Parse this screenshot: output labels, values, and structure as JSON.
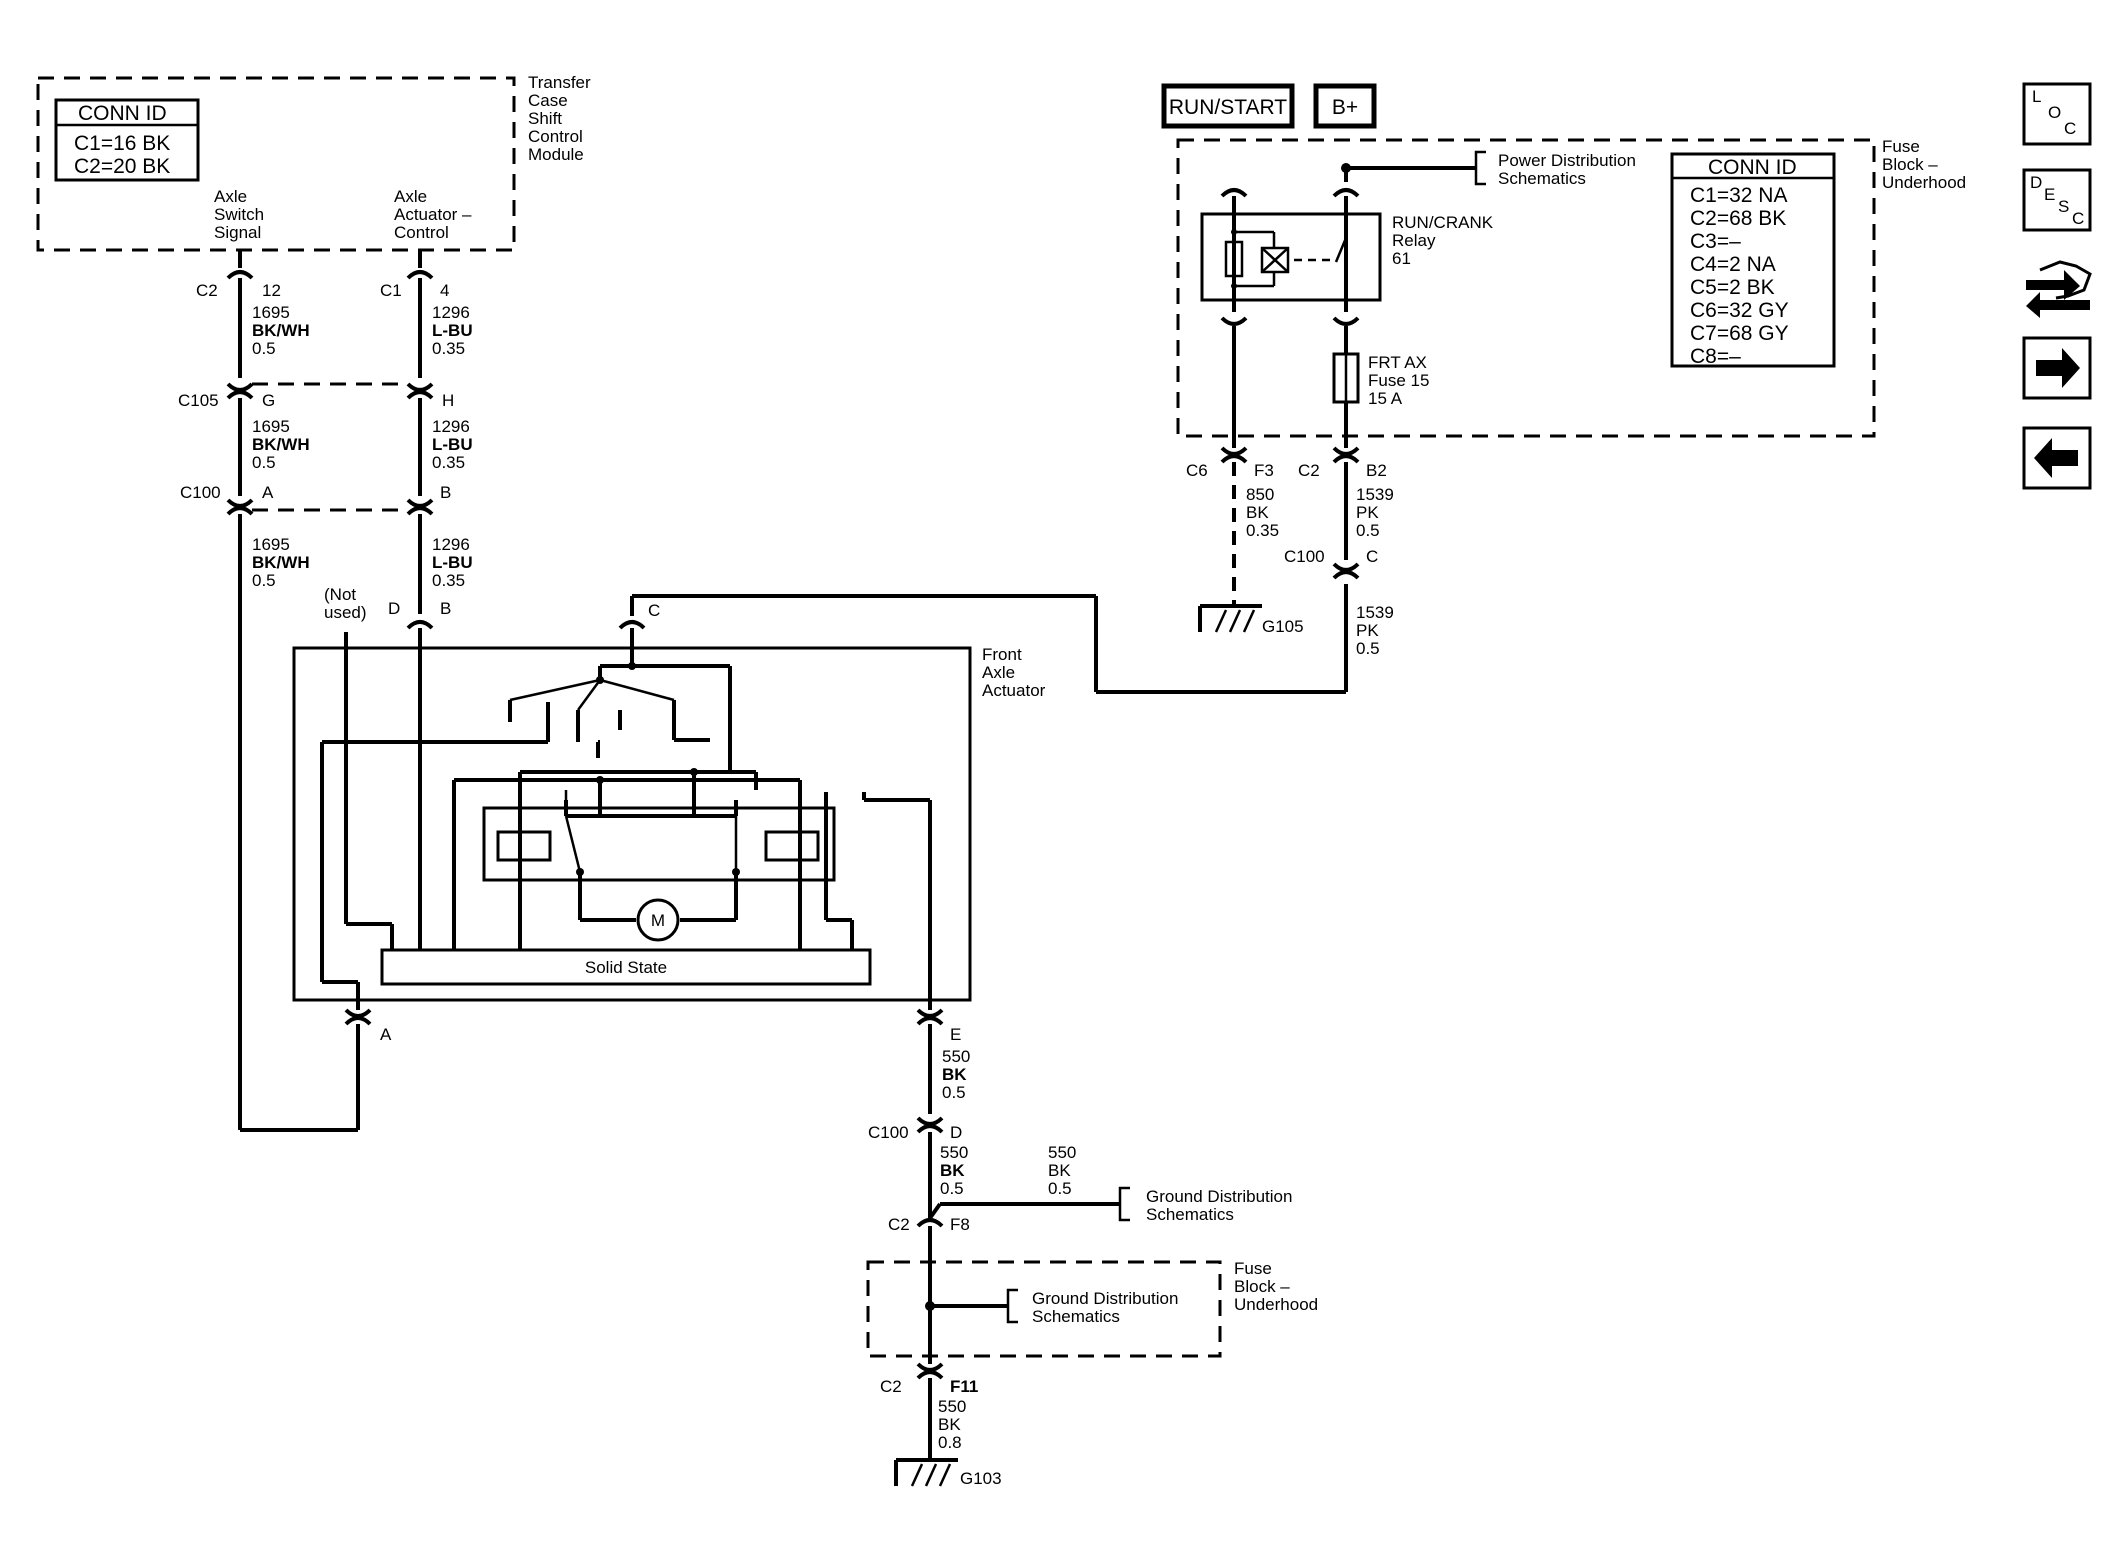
{
  "tcscm": {
    "title": [
      "Transfer",
      "Case",
      "Shift",
      "Control",
      "Module"
    ],
    "conn_id_header": "CONN ID",
    "conn_ids": [
      "C1=16 BK",
      "C2=20 BK"
    ],
    "pin_left_label": [
      "Axle",
      "Switch",
      "Signal"
    ],
    "pin_right_label": [
      "Axle",
      "Actuator –",
      "Control"
    ]
  },
  "left_wire": {
    "c2": "C2",
    "c2_pin": "12",
    "seg1": [
      "1695",
      "BK/WH",
      "0.5"
    ],
    "c105": "C105",
    "c105_pin": "G",
    "seg2": [
      "1695",
      "BK/WH",
      "0.5"
    ],
    "c100": "C100",
    "c100_pin": "A",
    "seg3": [
      "1695",
      "BK/WH",
      "0.5"
    ]
  },
  "right_wire": {
    "c1": "C1",
    "c1_pin": "4",
    "seg1": [
      "1296",
      "L-BU",
      "0.35"
    ],
    "c105_pin": "H",
    "seg2": [
      "1296",
      "L-BU",
      "0.35"
    ],
    "c100_pin": "B",
    "seg3": [
      "1296",
      "L-BU",
      "0.35"
    ]
  },
  "actuator": {
    "title": [
      "Front",
      "Axle",
      "Actuator"
    ],
    "not_used": [
      "(Not",
      "used)"
    ],
    "pin_d": "D",
    "pin_b": "B",
    "pin_c": "C",
    "pin_a": "A",
    "pin_e": "E",
    "solid_state": "Solid State",
    "motor": "M"
  },
  "power": {
    "run_start": "RUN/START",
    "b_plus": "B+",
    "power_dist": [
      "Power Distribution",
      "Schematics"
    ],
    "fuse_block_title": [
      "Fuse",
      "Block –",
      "Underhood"
    ],
    "relay": [
      "RUN/CRANK",
      "Relay",
      "61"
    ],
    "fuse": [
      "FRT AX",
      "Fuse 15",
      "15 A"
    ],
    "conn_id_header": "CONN ID",
    "conn_ids": [
      "C1=32 NA",
      "C2=68 BK",
      "C3=–",
      "C4=2 NA",
      "C5=2 BK",
      "C6=32 GY",
      "C7=68 GY",
      "C8=–"
    ],
    "c6": "C6",
    "f3": "F3",
    "left_seg": [
      "850",
      "BK",
      "0.35"
    ],
    "c2": "C2",
    "b2": "B2",
    "right_seg1": [
      "1539",
      "PK",
      "0.5"
    ],
    "c100": "C100",
    "c100_pin": "C",
    "right_seg2": [
      "1539",
      "PK",
      "0.5"
    ],
    "g105": "G105"
  },
  "ground": {
    "seg_e": [
      "550",
      "BK",
      "0.5"
    ],
    "c100": "C100",
    "c100_pin": "D",
    "seg_d": [
      "550",
      "BK",
      "0.5"
    ],
    "seg_branch": [
      "550",
      "BK",
      "0.5"
    ],
    "ground_dist": [
      "Ground Distribution",
      "Schematics"
    ],
    "c2": "C2",
    "f8": "F8",
    "fuse_block_title": [
      "Fuse",
      "Block –",
      "Underhood"
    ],
    "ground_dist2": [
      "Ground Distribution",
      "Schematics"
    ],
    "c2b": "C2",
    "f11": "F11",
    "seg_f11": [
      "550",
      "BK",
      "0.8"
    ],
    "g103": "G103"
  },
  "nav": {
    "loc": [
      "L",
      "O",
      "C"
    ],
    "desc": [
      "D",
      "E",
      "S",
      "C"
    ]
  }
}
